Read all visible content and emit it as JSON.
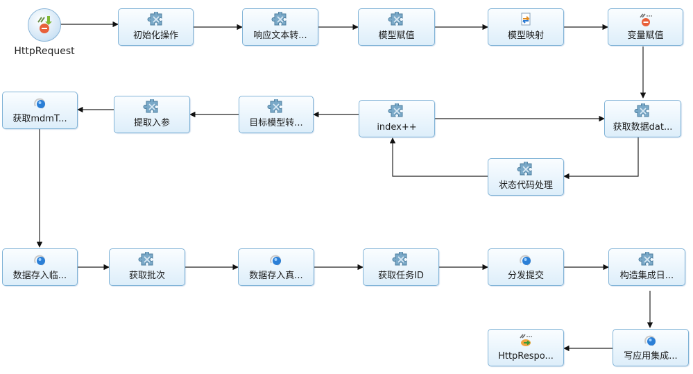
{
  "start": {
    "label": "HttpRequest",
    "icon": "http-request-icon"
  },
  "nodes": [
    {
      "id": "init",
      "label": "初始化操作",
      "icon": "puzzle-icon"
    },
    {
      "id": "resp_text",
      "label": "响应文本转...",
      "icon": "puzzle-icon"
    },
    {
      "id": "model_assign",
      "label": "模型赋值",
      "icon": "puzzle-icon"
    },
    {
      "id": "model_map",
      "label": "模型映射",
      "icon": "mapping-icon"
    },
    {
      "id": "var_assign",
      "label": "变量赋值",
      "icon": "variable-icon"
    },
    {
      "id": "get_data",
      "label": "获取数据dat...",
      "icon": "puzzle-icon"
    },
    {
      "id": "index_inc",
      "label": "index++",
      "icon": "puzzle-icon"
    },
    {
      "id": "status_code",
      "label": "状态代码处理",
      "icon": "puzzle-icon"
    },
    {
      "id": "target_model",
      "label": "目标模型转...",
      "icon": "puzzle-icon"
    },
    {
      "id": "extract_param",
      "label": "提取入参",
      "icon": "puzzle-icon"
    },
    {
      "id": "get_mdm",
      "label": "获取mdmT...",
      "icon": "database-icon"
    },
    {
      "id": "store_temp",
      "label": "数据存入临...",
      "icon": "database-icon"
    },
    {
      "id": "get_batch",
      "label": "获取批次",
      "icon": "puzzle-icon"
    },
    {
      "id": "store_real",
      "label": "数据存入真...",
      "icon": "database-icon"
    },
    {
      "id": "get_task",
      "label": "获取任务ID",
      "icon": "puzzle-icon"
    },
    {
      "id": "dispatch",
      "label": "分发提交",
      "icon": "database-icon"
    },
    {
      "id": "build_log",
      "label": "构造集成日...",
      "icon": "puzzle-icon"
    },
    {
      "id": "write_app",
      "label": "写应用集成...",
      "icon": "database-icon"
    },
    {
      "id": "http_resp",
      "label": "HttpRespo...",
      "icon": "http-response-icon"
    }
  ]
}
